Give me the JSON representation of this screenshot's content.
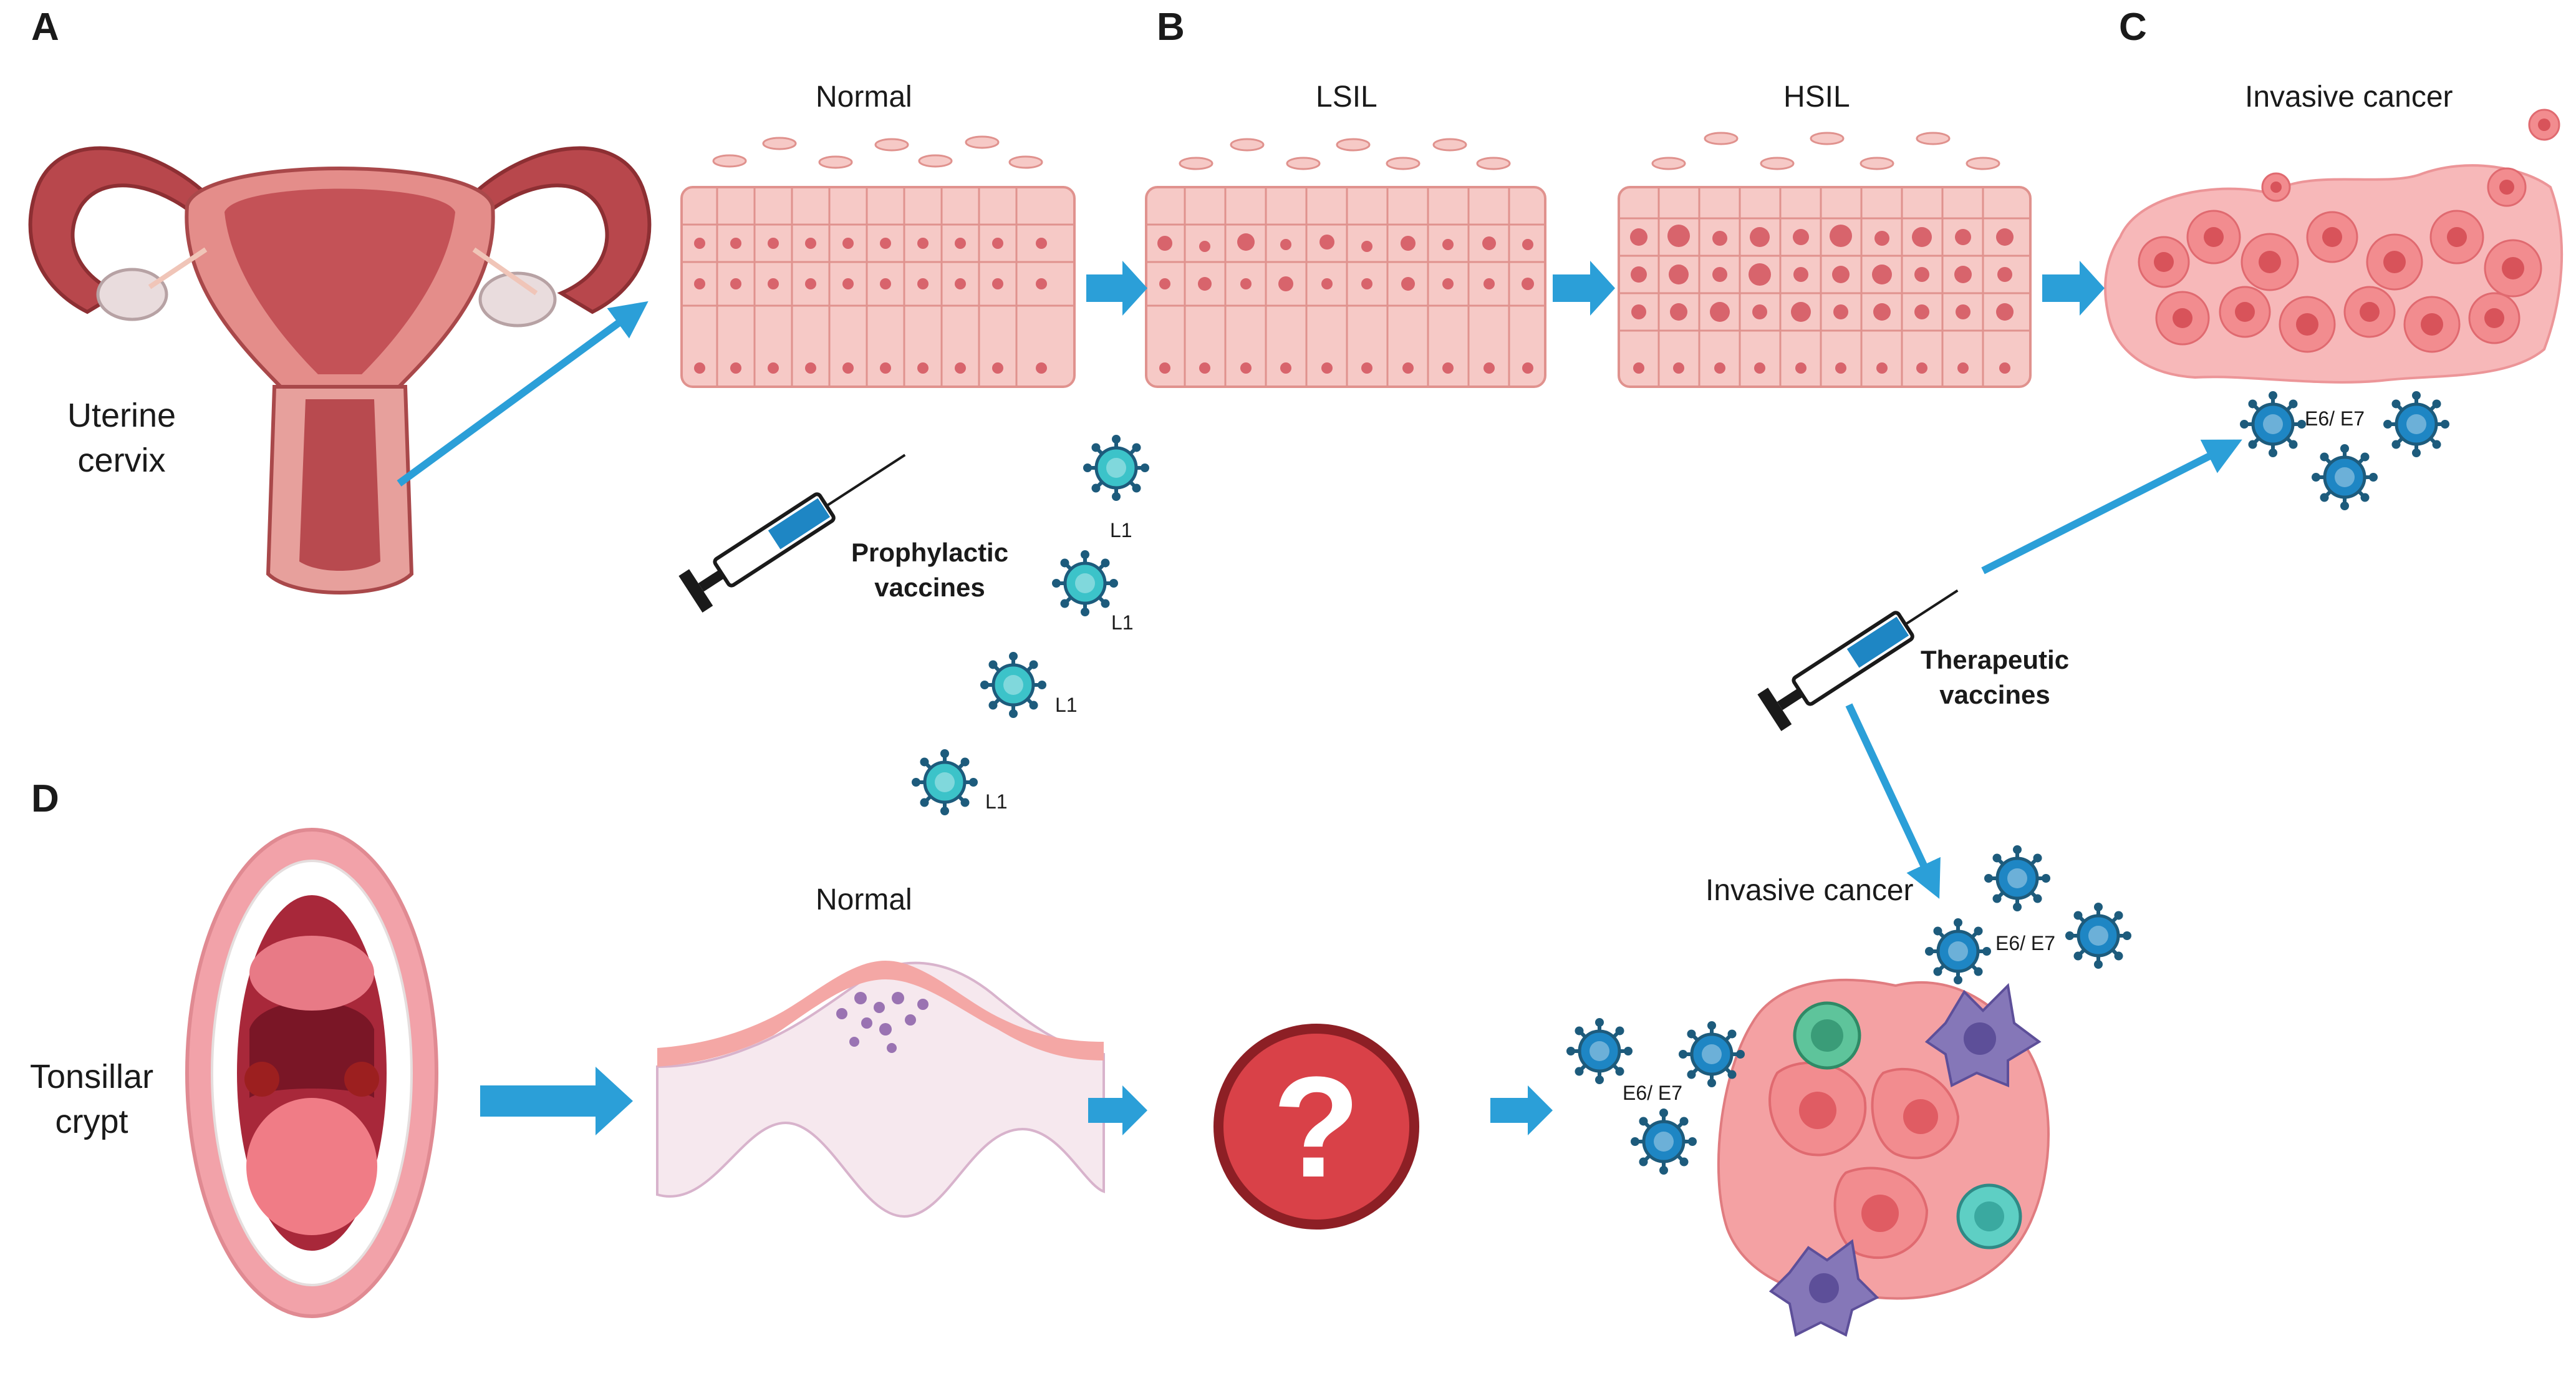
{
  "panels": {
    "a": "A",
    "b": "B",
    "c": "C",
    "d": "D"
  },
  "labels": {
    "uterine_cervix_line1": "Uterine",
    "uterine_cervix_line2": "cervix",
    "tonsillar_line1": "Tonsillar",
    "tonsillar_line2": "crypt",
    "normal_cervix": "Normal",
    "lsil": "LSIL",
    "hsil": "HSIL",
    "invasive_cancer_cervix": "Invasive cancer",
    "normal_tonsil": "Normal",
    "invasive_cancer_tonsil": "Invasive cancer",
    "unknown_mark": "?"
  },
  "vaccines": {
    "prophylactic_line1": "Prophylactic",
    "prophylactic_line2": "vaccines",
    "therapeutic_line1": "Therapeutic",
    "therapeutic_line2": "vaccines"
  },
  "antigens": {
    "l1": "L1",
    "e6_e7": "E6/ E7"
  },
  "colors": {
    "arrow": "#2b9fd8",
    "tissue": "#f6c9c6",
    "cell_border": "#e0928e",
    "nucleus": "#d8646c",
    "virus_cyan": "#3cc3c9",
    "virus_blue": "#1e86c4",
    "virus_spike": "#1d5b7c",
    "cancer": "#f28c8f",
    "lymph_green": "#5ec49b",
    "lymph_purple": "#8577b8",
    "question_red": "#d94148"
  }
}
